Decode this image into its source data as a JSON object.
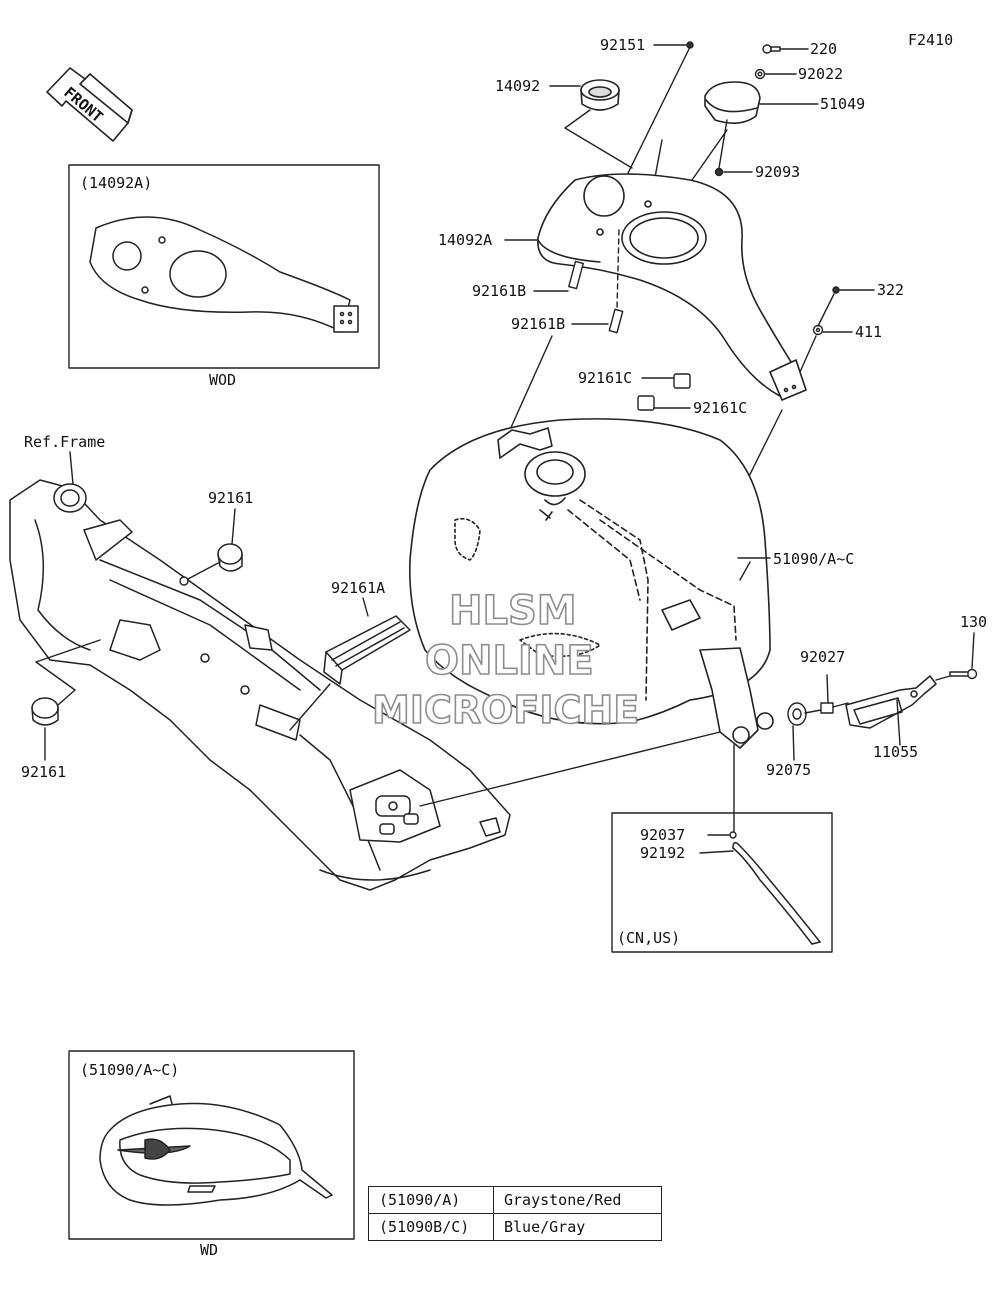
{
  "figure_code": "F2410",
  "front_arrow_label": "FRONT",
  "watermark": {
    "line1": "HLSM",
    "line2": "ONLINE",
    "line3": "MICROFICHE"
  },
  "inset_wod": {
    "title": "(14092A)",
    "caption": "WOD"
  },
  "inset_wd": {
    "title": "(51090/A~C)",
    "caption": "WD"
  },
  "inset_cnus": {
    "title": "(CN,US)"
  },
  "ref_frame": "Ref.Frame",
  "parts": {
    "p92151": "92151",
    "p14092": "14092",
    "p220": "220",
    "p92022": "92022",
    "p51049": "51049",
    "p92093": "92093",
    "p14092A": "14092A",
    "p92161B_a": "92161B",
    "p92161B_b": "92161B",
    "p322": "322",
    "p411": "411",
    "p92161C_a": "92161C",
    "p92161C_b": "92161C",
    "p92161_top": "92161",
    "p92161_bottom": "92161",
    "p92161A": "92161A",
    "p51090": "51090/A~C",
    "p130": "130",
    "p92027": "92027",
    "p92075": "92075",
    "p11055": "11055",
    "p92037": "92037",
    "p92192": "92192"
  },
  "variants": [
    {
      "code": "(51090/A)",
      "color": "Graystone/Red"
    },
    {
      "code": "(51090B/C)",
      "color": "Blue/Gray"
    }
  ]
}
